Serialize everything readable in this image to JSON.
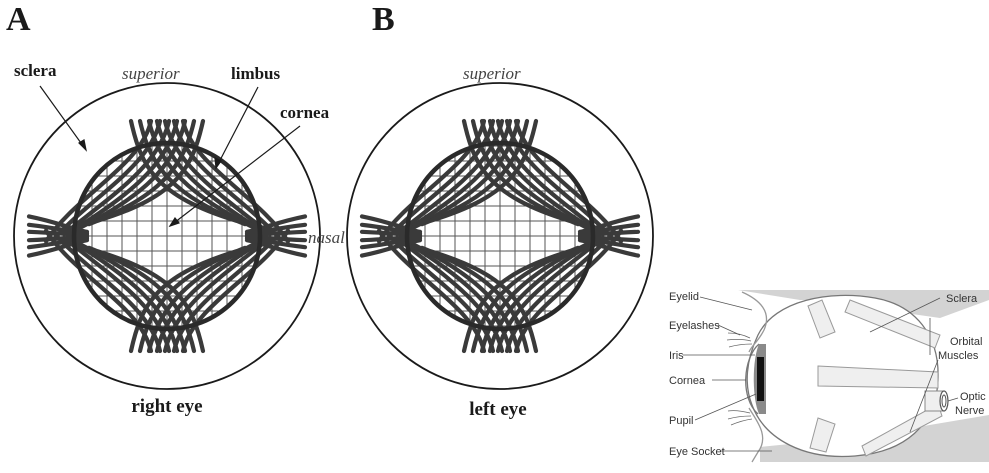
{
  "panel_a": {
    "letter": "A",
    "superior": "superior",
    "nasal": "nasal",
    "sclera": "sclera",
    "limbus": "limbus",
    "cornea": "cornea",
    "caption": "right eye"
  },
  "panel_b": {
    "letter": "B",
    "superior": "superior",
    "caption": "left eye"
  },
  "anatomy": {
    "eyelid": "Eyelid",
    "eyelashes": "Eyelashes",
    "iris": "Iris",
    "cornea": "Cornea",
    "pupil": "Pupil",
    "eye_socket": "Eye Socket",
    "sclera": "Sclera",
    "orbital": "Orbital",
    "muscles": "Muscles",
    "optic": "Optic",
    "nerve": "Nerve"
  },
  "colors": {
    "ink": "#1a1a1a",
    "fiber": "#3a3a3a",
    "grid": "#555555",
    "socket_gray": "#d3d3d3",
    "muscle_fill": "#efefef",
    "muscle_edge": "#9a9a9a"
  }
}
